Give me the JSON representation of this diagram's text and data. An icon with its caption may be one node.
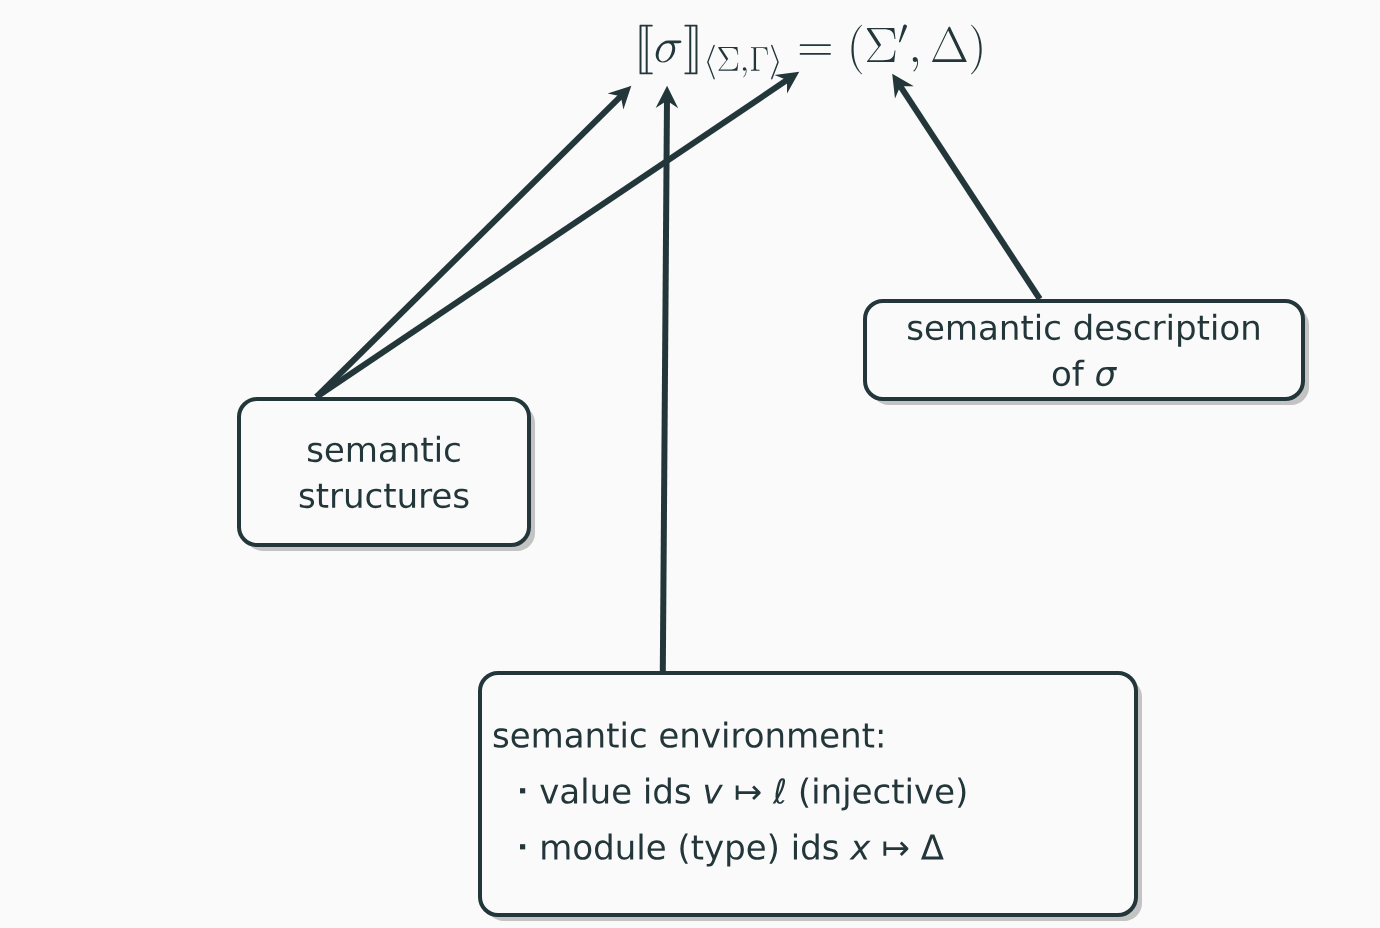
{
  "diagram": {
    "nodes": [
      {
        "text": [
          "\\llbracket\\sigma\\rrbracket_{\\langle\\Sigma,\\Gamma\\rangle} = (\\Sigma', \\Delta)"
        ]
      },
      {
        "text": [
          "semantic structures"
        ]
      },
      {
        "text": [
          "semantic description of *σ*"
        ]
      },
      {
        "text": [
          "semantic environment:",
          "value ids *v* ↦ ℓ (injective)",
          "module (type) ids *x* ↦ Δ"
        ]
      }
    ],
    "edges": [
      {
        "from": 1,
        "to": 0,
        "arrow": "to"
      },
      {
        "from": 1,
        "to": 0,
        "arrow": "to"
      },
      {
        "from": 3,
        "to": 0,
        "arrow": "to"
      },
      {
        "from": 2,
        "to": 0,
        "arrow": "to"
      }
    ]
  }
}
